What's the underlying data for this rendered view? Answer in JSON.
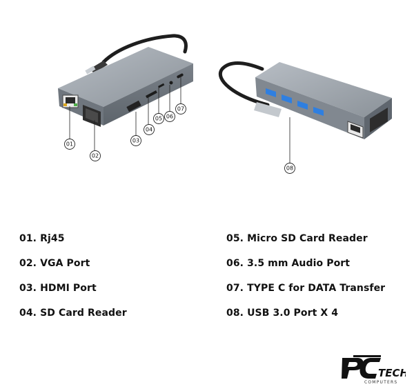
{
  "callouts": [
    "01",
    "02",
    "03",
    "04",
    "05",
    "06",
    "07",
    "08"
  ],
  "ports": [
    {
      "label": "01. Rj45"
    },
    {
      "label": "02. VGA Port"
    },
    {
      "label": "03. HDMI Port"
    },
    {
      "label": "04. SD Card Reader"
    },
    {
      "label": "05. Micro SD Card Reader"
    },
    {
      "label": "06. 3.5 mm Audio Port"
    },
    {
      "label": "07. TYPE C for DATA Transfer"
    },
    {
      "label": "08. USB 3.0 Port X 4"
    }
  ],
  "brand": {
    "name": "TECH",
    "sub": "COMPUTERS",
    "mark": "PC"
  },
  "colors": {
    "body": "#8f969e",
    "body_dark": "#5f666e",
    "usb_blue": "#2f7fe0",
    "text": "#111111"
  }
}
